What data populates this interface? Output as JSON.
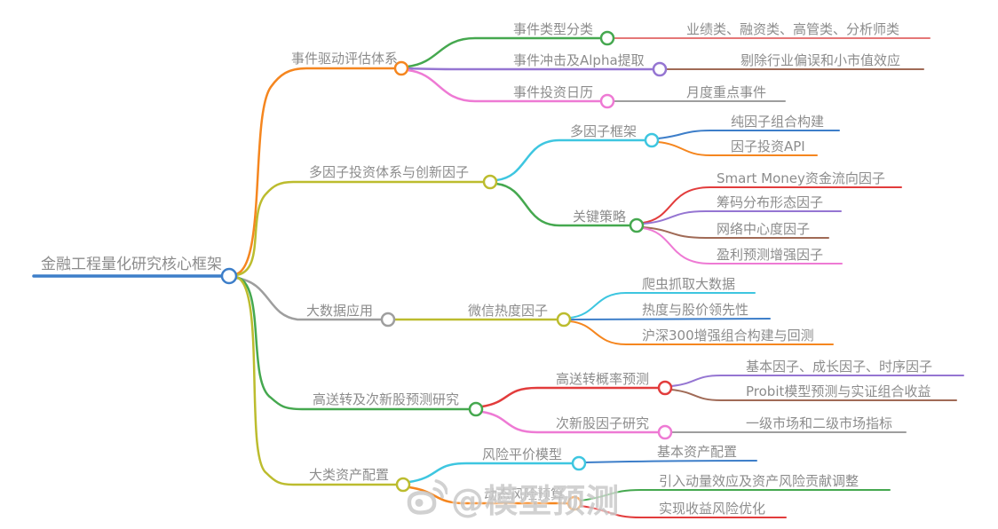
{
  "root": {
    "label": "金融工程量化研究核心框架"
  },
  "branches": [
    {
      "label": "事件驱动评估体系",
      "children": [
        {
          "label": "事件类型分类",
          "children": [
            {
              "label": "业绩类、融资类、高管类、分析师类"
            }
          ]
        },
        {
          "label": "事件冲击及Alpha提取",
          "children": [
            {
              "label": "剔除行业偏误和小市值效应"
            }
          ]
        },
        {
          "label": "事件投资日历",
          "children": [
            {
              "label": "月度重点事件"
            }
          ]
        }
      ]
    },
    {
      "label": "多因子投资体系与创新因子",
      "children": [
        {
          "label": "多因子框架",
          "children": [
            {
              "label": "纯因子组合构建"
            },
            {
              "label": "因子投资API"
            }
          ]
        },
        {
          "label": "关键策略",
          "children": [
            {
              "label": "Smart Money资金流向因子"
            },
            {
              "label": "筹码分布形态因子"
            },
            {
              "label": "网络中心度因子"
            },
            {
              "label": "盈利预测增强因子"
            }
          ]
        }
      ]
    },
    {
      "label": "大数据应用",
      "children": [
        {
          "label": "微信热度因子",
          "children": [
            {
              "label": "爬虫抓取大数据"
            },
            {
              "label": "热度与股价领先性"
            },
            {
              "label": "沪深300增强组合构建与回测"
            }
          ]
        }
      ]
    },
    {
      "label": "高送转及次新股预测研究",
      "children": [
        {
          "label": "高送转概率预测",
          "children": [
            {
              "label": "基本因子、成长因子、时序因子"
            },
            {
              "label": "Probit模型预测与实证组合收益"
            }
          ]
        },
        {
          "label": "次新股因子研究",
          "children": [
            {
              "label": "一级市场和二级市场指标"
            }
          ]
        }
      ]
    },
    {
      "label": "大类资产配置",
      "children": [
        {
          "label": "风险平价模型",
          "children": [
            {
              "label": "基本资产配置"
            }
          ]
        },
        {
          "label": "动态风险预算",
          "children": [
            {
              "label": "引入动量效应及资产风险贡献调整"
            },
            {
              "label": "实现收益风险优化"
            }
          ]
        }
      ]
    }
  ],
  "watermark": {
    "text": "@模型预测",
    "icon": "weibo-icon"
  },
  "colors": {
    "blue": "#3d7ec9",
    "orange": "#f5861f",
    "olive": "#bcbc2e",
    "gray": "#9e9e9e",
    "green": "#45a84f",
    "cyan": "#3ec6e0",
    "red": "#e23c3c",
    "salmon": "#e57777",
    "purple": "#9575d2",
    "brown": "#a06a56",
    "pink": "#ee7ad4",
    "label_text": "#8c8c8c"
  }
}
